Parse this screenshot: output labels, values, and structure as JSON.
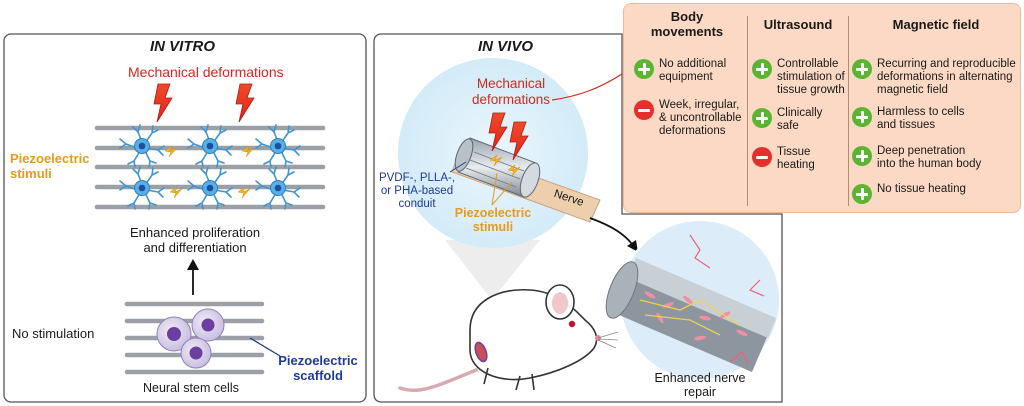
{
  "in_vitro": {
    "title": "IN VITRO",
    "mech_label": "Mechanical deformations",
    "stimuli_label": "Piezoelectric\nstimuli",
    "result_label": "Enhanced proliferation\nand differentiation",
    "no_stim_label": "No stimulation",
    "scaffold_label": "Piezoelectric\nscaffold",
    "cells_label": "Neural stem cells"
  },
  "in_vivo": {
    "title": "IN VIVO",
    "mech_label": "Mechanical\ndeformations",
    "conduit_label": "PVDF-, PLLA-,\nor PHA-based\nconduit",
    "nerve_label": "Nerve",
    "stimuli_label": "Piezoelectric\nstimuli",
    "repair_label": "Enhanced nerve\nrepair"
  },
  "comparison": {
    "columns": [
      {
        "header": "Body\nmovements",
        "items": [
          {
            "type": "plus",
            "text": "No additional\nequipment"
          },
          {
            "type": "minus",
            "text": "Week, irregular,\n& uncontrollable\ndeformations"
          }
        ]
      },
      {
        "header": "Ultrasound",
        "items": [
          {
            "type": "plus",
            "text": "Controllable\nstimulation of\ntissue growth"
          },
          {
            "type": "plus",
            "text": "Clinically\nsafe"
          },
          {
            "type": "minus",
            "text": "Tissue\nheating"
          }
        ]
      },
      {
        "header": "Magnetic field",
        "items": [
          {
            "type": "plus",
            "text": "Recurring and reproducible\ndeformations in alternating\nmagnetic field"
          },
          {
            "type": "plus",
            "text": "Harmless to cells\nand tissues"
          },
          {
            "type": "plus",
            "text": "Deep penetration\ninto the human body"
          },
          {
            "type": "plus",
            "text": "No tissue heating"
          }
        ]
      }
    ]
  },
  "colors": {
    "panel_bg": "#fbd9c4",
    "plus": "#5cb531",
    "minus": "#e3302d",
    "mech_text": "#d7261e",
    "stimuli_text": "#e89a1c",
    "scaffold_text": "#1f3a9a",
    "neuron": "#4a9fd8",
    "stem_cell": "#6a3fa0"
  },
  "icons": [
    "lightning-bolt-icon",
    "plus-icon",
    "minus-icon",
    "neuron-icon",
    "mouse-icon",
    "nerve-conduit-icon"
  ]
}
